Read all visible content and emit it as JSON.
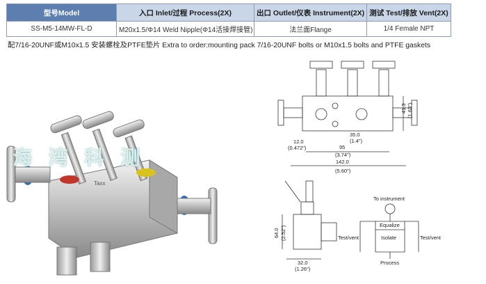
{
  "table": {
    "headers": [
      "型号Model",
      "入口 Inlet/过程 Process(2X)",
      "出口 Outlet/仪表 Instrument(2X)",
      "测试 Test/排放 Vent(2X)"
    ],
    "row": [
      "SS-M5-14MW-FL-D",
      "M20x1.5/Φ14 Weld Nipple(Φ14活接焊接管)",
      "法兰面Flange",
      "1/4 Female NPT"
    ]
  },
  "note": "配7/16-20UNF或M10x1.5 安装螺栓及PTFE垫片  Extra to order:mounting pack 7/16-20UNF bolts or M10x1.5 bolts and PTFE gaskets",
  "watermark": "海 湾 科 测",
  "photo_label": "Taxx",
  "drawing": {
    "dim_41_3": "41.3",
    "dim_1_63": "(1.63\")",
    "dim_35": "35.0",
    "dim_1_4": "(1.4\")",
    "dim_12": "12.0",
    "dim_0_472": "(0.472\")",
    "dim_95": "95",
    "dim_3_74": "(3.74\")",
    "dim_142": "142.0",
    "dim_5_60": "(5.60\")",
    "dim_64": "64.0",
    "dim_2_52": "(2.52\")",
    "dim_32": "32.0",
    "dim_1_26": "(1.26\")",
    "to_instrument": "To instrument",
    "equalize": "Equalize",
    "test_vent_left": "Test/vent",
    "test_vent_right": "Test/vent",
    "isolate": "Isolate",
    "process": "Process"
  },
  "colors": {
    "header_model": "#5c7fb0",
    "header": "#c9d6e8",
    "border": "#8a9bb5"
  }
}
